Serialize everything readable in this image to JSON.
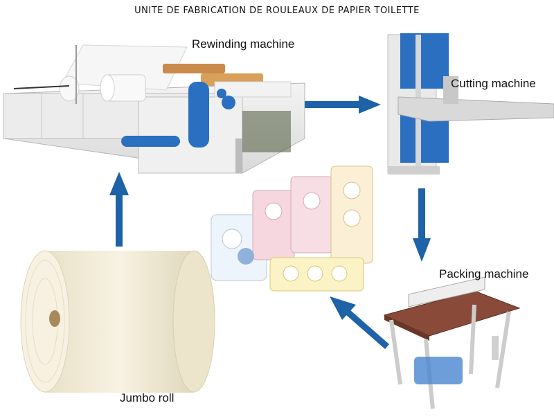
{
  "title": "UNITE DE FABRICATION DE ROULEAUX DE PAPIER TOILETTE",
  "stages": {
    "rewinding": "Rewinding machine",
    "cutting": "Cutting machine",
    "packing": "Packing machine",
    "jumbo": "Jumbo roll"
  },
  "colors": {
    "arrow": "#1e63a8",
    "machine_blue": "#2b6fc0",
    "paper": "#f3eedd",
    "table_top": "#8a4a3a",
    "frame": "#e9e9e9"
  },
  "icons": {
    "rewinding": "rewinding-machine-icon",
    "cutting": "cutting-machine-icon",
    "packing": "packing-machine-icon",
    "jumbo": "jumbo-roll-icon",
    "products": "packaged-rolls-icon"
  }
}
